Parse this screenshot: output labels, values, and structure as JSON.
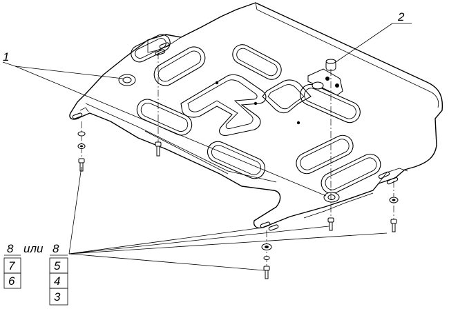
{
  "callouts": {
    "part_1": "1",
    "part_2": "2"
  },
  "legend": {
    "left_top": "8",
    "or_word": "или",
    "right_top": "8",
    "left_rows": [
      "7",
      "6"
    ],
    "right_rows": [
      "5",
      "4",
      "3"
    ]
  }
}
